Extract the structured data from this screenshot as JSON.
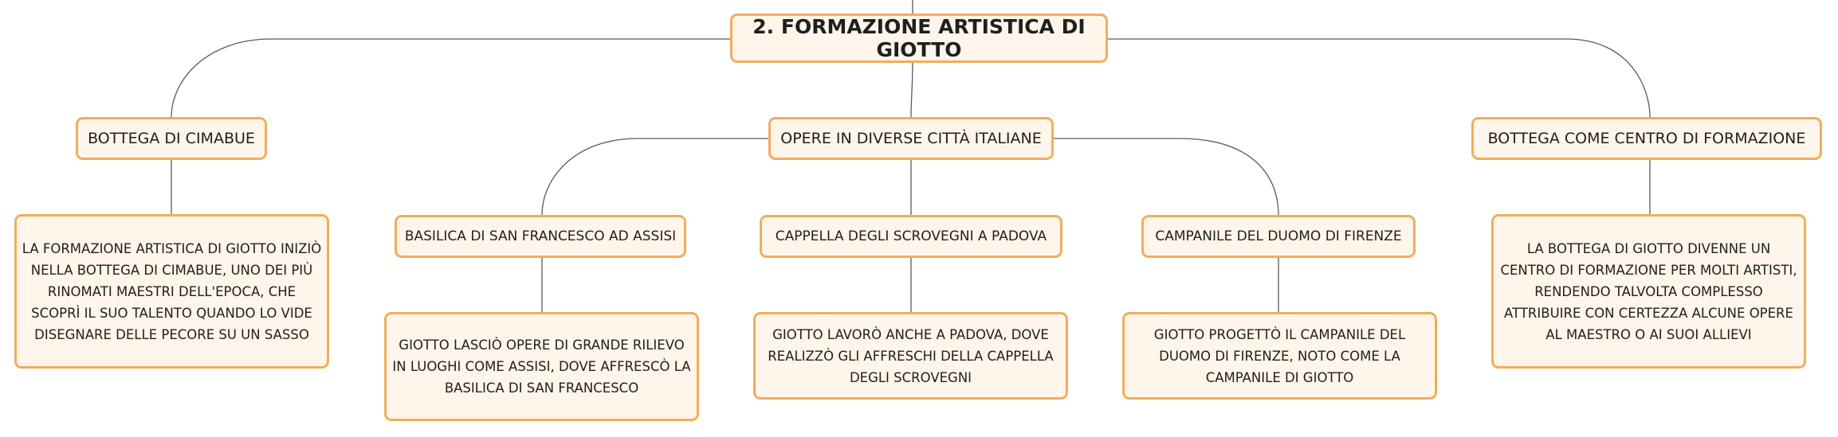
{
  "colors": {
    "node_fill": "#fff5ea",
    "node_border": "#f2ad5c",
    "connector": "#5a5a5a"
  },
  "root": {
    "label": "2. FORMAZIONE ARTISTICA DI GIOTTO"
  },
  "topics": [
    {
      "label": "BOTTEGA DI CIMABUE",
      "description": "LA FORMAZIONE ARTISTICA DI GIOTTO INIZIÒ NELLA BOTTEGA DI CIMABUE, UNO DEI PIÙ RINOMATI MAESTRI DELL'EPOCA, CHE SCOPRÌ IL SUO TALENTO QUANDO LO VIDE DISEGNARE DELLE PECORE SU UN SASSO"
    },
    {
      "label": "OPERE IN DIVERSE CITTÀ ITALIANE",
      "subtopics": [
        {
          "label": "BASILICA DI SAN FRANCESCO AD ASSISI",
          "description": "GIOTTO LASCIÒ OPERE DI GRANDE RILIEVO IN LUOGHI COME ASSISI, DOVE AFFRESCÒ LA BASILICA DI SAN FRANCESCO"
        },
        {
          "label": "CAPPELLA DEGLI SCROVEGNI A PADOVA",
          "description": "GIOTTO LAVORÒ ANCHE A PADOVA, DOVE REALIZZÒ GLI AFFRESCHI DELLA CAPPELLA DEGLI SCROVEGNI"
        },
        {
          "label": "CAMPANILE DEL DUOMO DI FIRENZE",
          "description": "GIOTTO PROGETTÒ IL CAMPANILE DEL DUOMO DI FIRENZE, NOTO COME LA CAMPANILE DI GIOTTO"
        }
      ]
    },
    {
      "label": "BOTTEGA COME CENTRO DI FORMAZIONE",
      "description": "LA BOTTEGA DI GIOTTO DIVENNE UN CENTRO DI FORMAZIONE PER MOLTI ARTISTI, RENDENDO TALVOLTA COMPLESSO ATTRIBUIRE CON CERTEZZA ALCUNE OPERE AL MAESTRO O AI SUOI ALLIEVI"
    }
  ]
}
